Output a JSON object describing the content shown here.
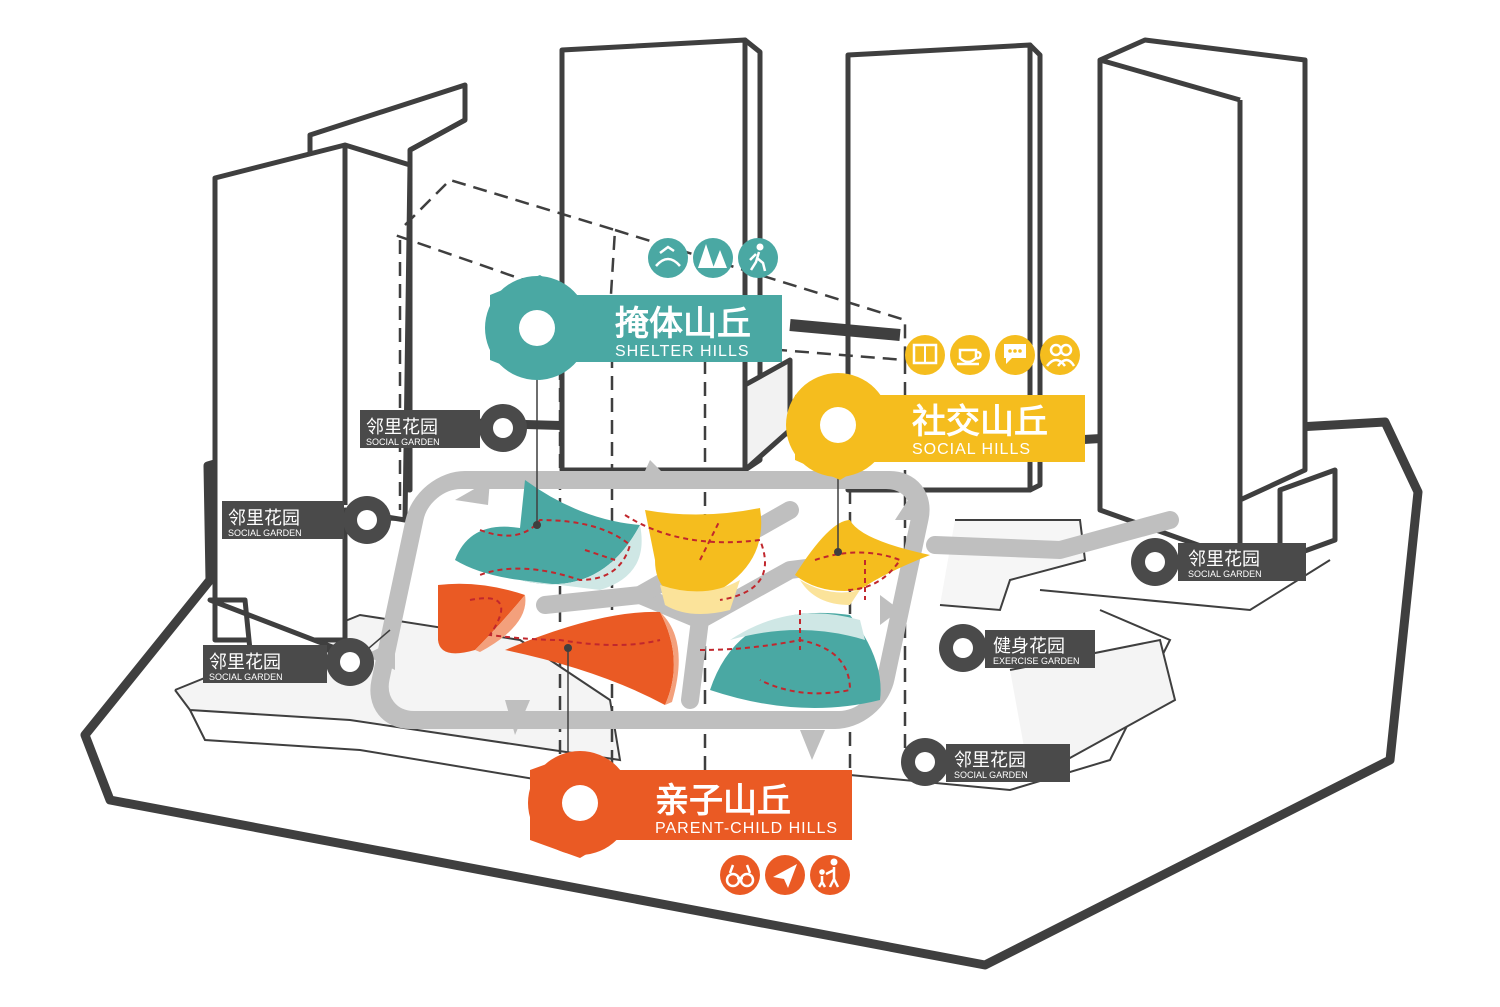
{
  "hills": {
    "shelter": {
      "cn": "掩体山丘",
      "en": "SHELTER HILLS",
      "color": "#4aa8a3",
      "icons": [
        "bird-nest-icon",
        "pine-trees-icon",
        "hiker-icon"
      ]
    },
    "social": {
      "cn": "社交山丘",
      "en": "SOCIAL HILLS",
      "color": "#f5bd1e",
      "icons": [
        "book-icon",
        "coffee-cup-icon",
        "chat-bubble-icon",
        "people-icon"
      ]
    },
    "parent_child": {
      "cn": "亲子山丘",
      "en": "PARENT-CHILD HILLS",
      "color": "#ea5a24",
      "icons": [
        "binoculars-icon",
        "paper-plane-icon",
        "parent-child-icon"
      ]
    }
  },
  "gardens": {
    "g1": {
      "cn": "邻里花园",
      "en": "SOCIAL GARDEN"
    },
    "g2": {
      "cn": "邻里花园",
      "en": "SOCIAL GARDEN"
    },
    "g3": {
      "cn": "邻里花园",
      "en": "SOCIAL GARDEN"
    },
    "g4": {
      "cn": "邻里花园",
      "en": "SOCIAL GARDEN"
    },
    "g5": {
      "cn": "健身花园",
      "en": "EXERCISE GARDEN"
    },
    "g6": {
      "cn": "邻里花园",
      "en": "SOCIAL GARDEN"
    }
  },
  "colors": {
    "outline": "#3f3f3f",
    "path": "#bfbfbf",
    "garden_label": "#4a4a4a",
    "route": "#c1272d"
  }
}
